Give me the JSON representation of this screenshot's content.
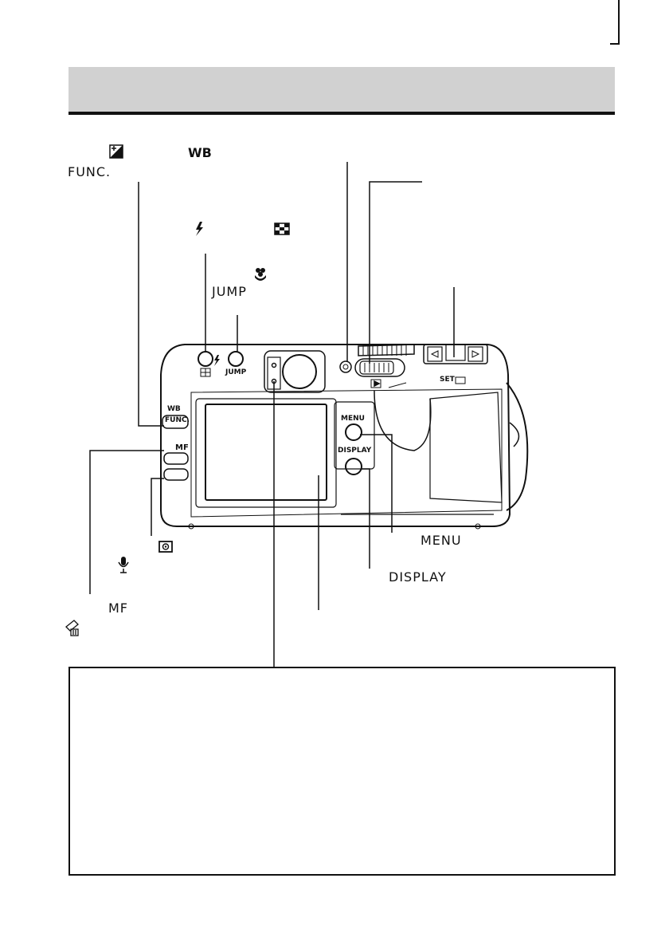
{
  "labels": {
    "wb": "WB",
    "func": "FUNC.",
    "jump": "JUMP",
    "menu": "MENU",
    "display": "DISPLAY",
    "mf": "MF"
  },
  "camera_labels": {
    "wb_func_top": "WB",
    "wb_func_bottom": "FUNC.",
    "mf": "MF",
    "jump": "JUMP",
    "menu": "MENU",
    "display": "DISPLAY",
    "set": "SET"
  },
  "icons": [
    "exposure-compensation-icon",
    "flash-icon",
    "index-icon",
    "macro-icon",
    "metering-icon",
    "microphone-icon",
    "erase-icon"
  ],
  "colors": {
    "header": "#d1d1d1",
    "ink": "#111111"
  }
}
